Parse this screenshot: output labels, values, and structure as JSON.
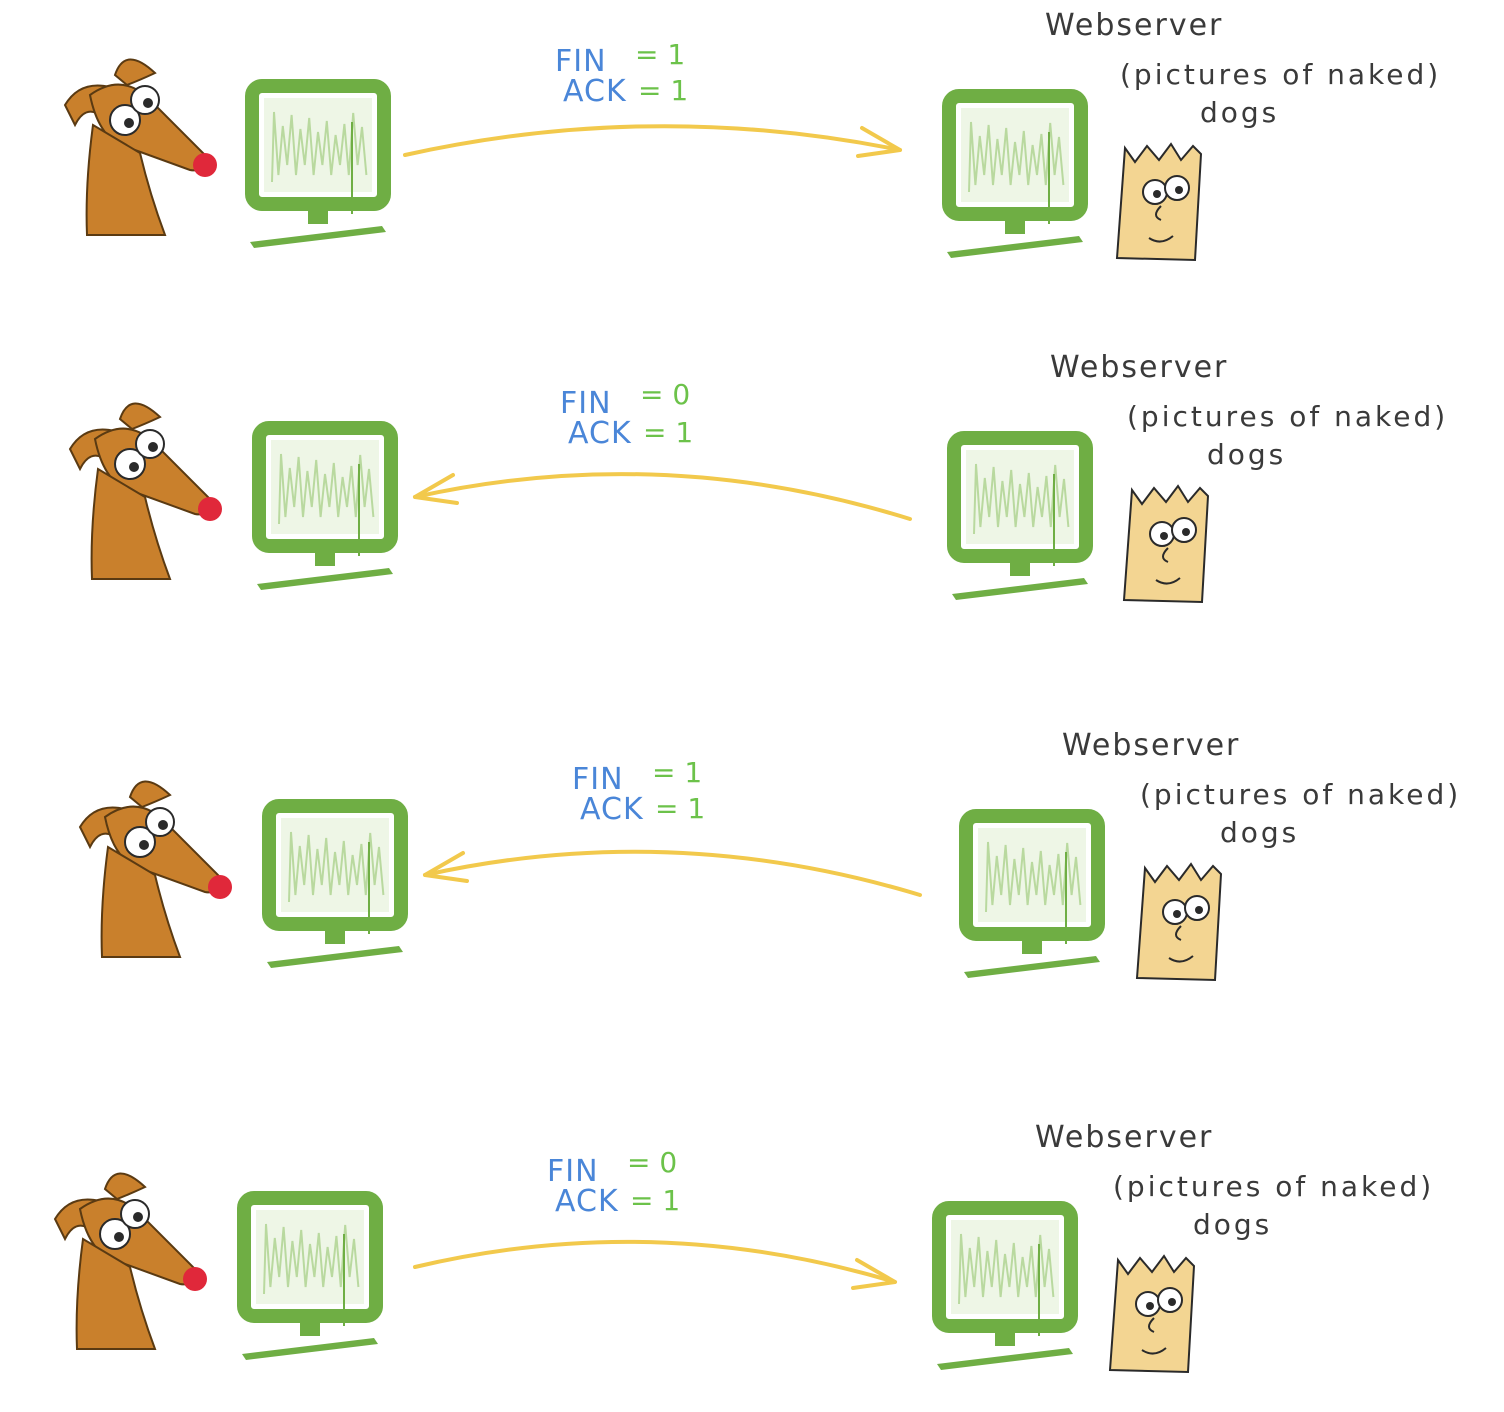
{
  "server": {
    "title": "Webserver",
    "description_line1": "(pictures of naked)",
    "description_line2": "dogs"
  },
  "colors": {
    "flag_label": "#4a86d8",
    "flag_value": "#6cc24a",
    "arrow": "#f2c94c",
    "monitor": "#6fae44",
    "dog": "#c9802c",
    "dog_nose": "#e0283a",
    "server_character": "#f3d592"
  },
  "packets": [
    {
      "fin_label": "FIN",
      "fin_value": "= 1",
      "ack_label": "ACK",
      "ack_value": "= 1",
      "direction": "client-to-server"
    },
    {
      "fin_label": "FIN",
      "fin_value": "= 0",
      "ack_label": "ACK",
      "ack_value": "= 1",
      "direction": "server-to-client"
    },
    {
      "fin_label": "FIN",
      "fin_value": "= 1",
      "ack_label": "ACK",
      "ack_value": "= 1",
      "direction": "server-to-client"
    },
    {
      "fin_label": "FIN",
      "fin_value": "= 0",
      "ack_label": "ACK",
      "ack_value": "= 1",
      "direction": "client-to-server"
    }
  ]
}
